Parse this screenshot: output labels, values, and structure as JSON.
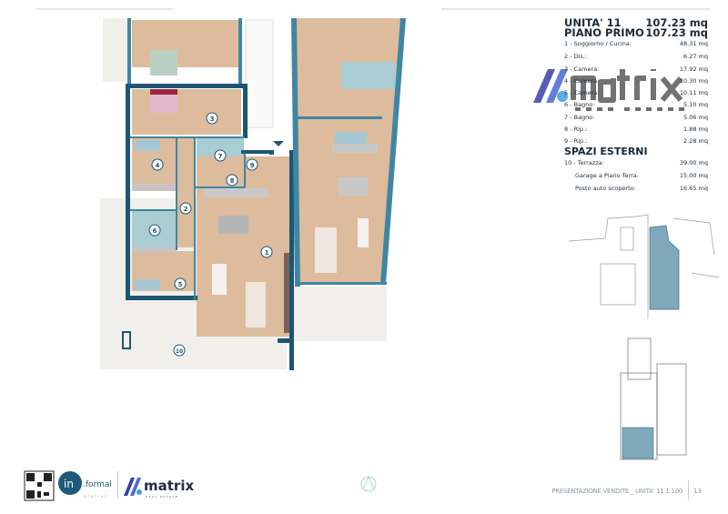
{
  "unit": {
    "title": "UNITA' 11",
    "title_area": "107.23 mq",
    "floor": "PIANO PRIMO",
    "floor_area": "107.23 mq"
  },
  "rooms": [
    {
      "label": "1 - Soggiorno / Cucina:",
      "area": "48.31 mq"
    },
    {
      "label": "2 - Dis.:",
      "area": "6.27 mq"
    },
    {
      "label": "3 - Camera:",
      "area": "17.92 mq"
    },
    {
      "label": "4 - Camera:",
      "area": "10.30 mq"
    },
    {
      "label": "5 - Camera:",
      "area": "10.11 mq"
    },
    {
      "label": "6 - Bagno:",
      "area": "5.10 mq"
    },
    {
      "label": "7 - Bagno:",
      "area": "5.06 mq"
    },
    {
      "label": "8 - Rip.:",
      "area": "1.88 mq"
    },
    {
      "label": "9 - Rip.:",
      "area": "2.28 mq"
    }
  ],
  "external_title": "SPAZI ESTERNI",
  "external": [
    {
      "label": "10 - Terrazza:",
      "area": "39.00 mq"
    },
    {
      "label": "Garage a Piano Terra:",
      "area": "15.00 mq"
    },
    {
      "label": "Posto auto scoperto:",
      "area": "16.65 mq"
    }
  ],
  "plan_labels": [
    "1",
    "2",
    "3",
    "4",
    "5",
    "6",
    "7",
    "8",
    "9",
    "10"
  ],
  "logos": {
    "watermark": "matrix REAL ESTATE",
    "informal": "in.formal atelier",
    "matrix": "matrix REAL ESTATE"
  },
  "footer": {
    "caption": "PRESENTAZIONE VENDITE _ UNITA' 11 1:100",
    "page": "13"
  },
  "colors": {
    "wall": "#1d5672",
    "wall_light": "#3f86a4",
    "floor": "#dcbc9d",
    "tile": "#a9cdd3",
    "unit_highlight": "#7fa9bb"
  }
}
